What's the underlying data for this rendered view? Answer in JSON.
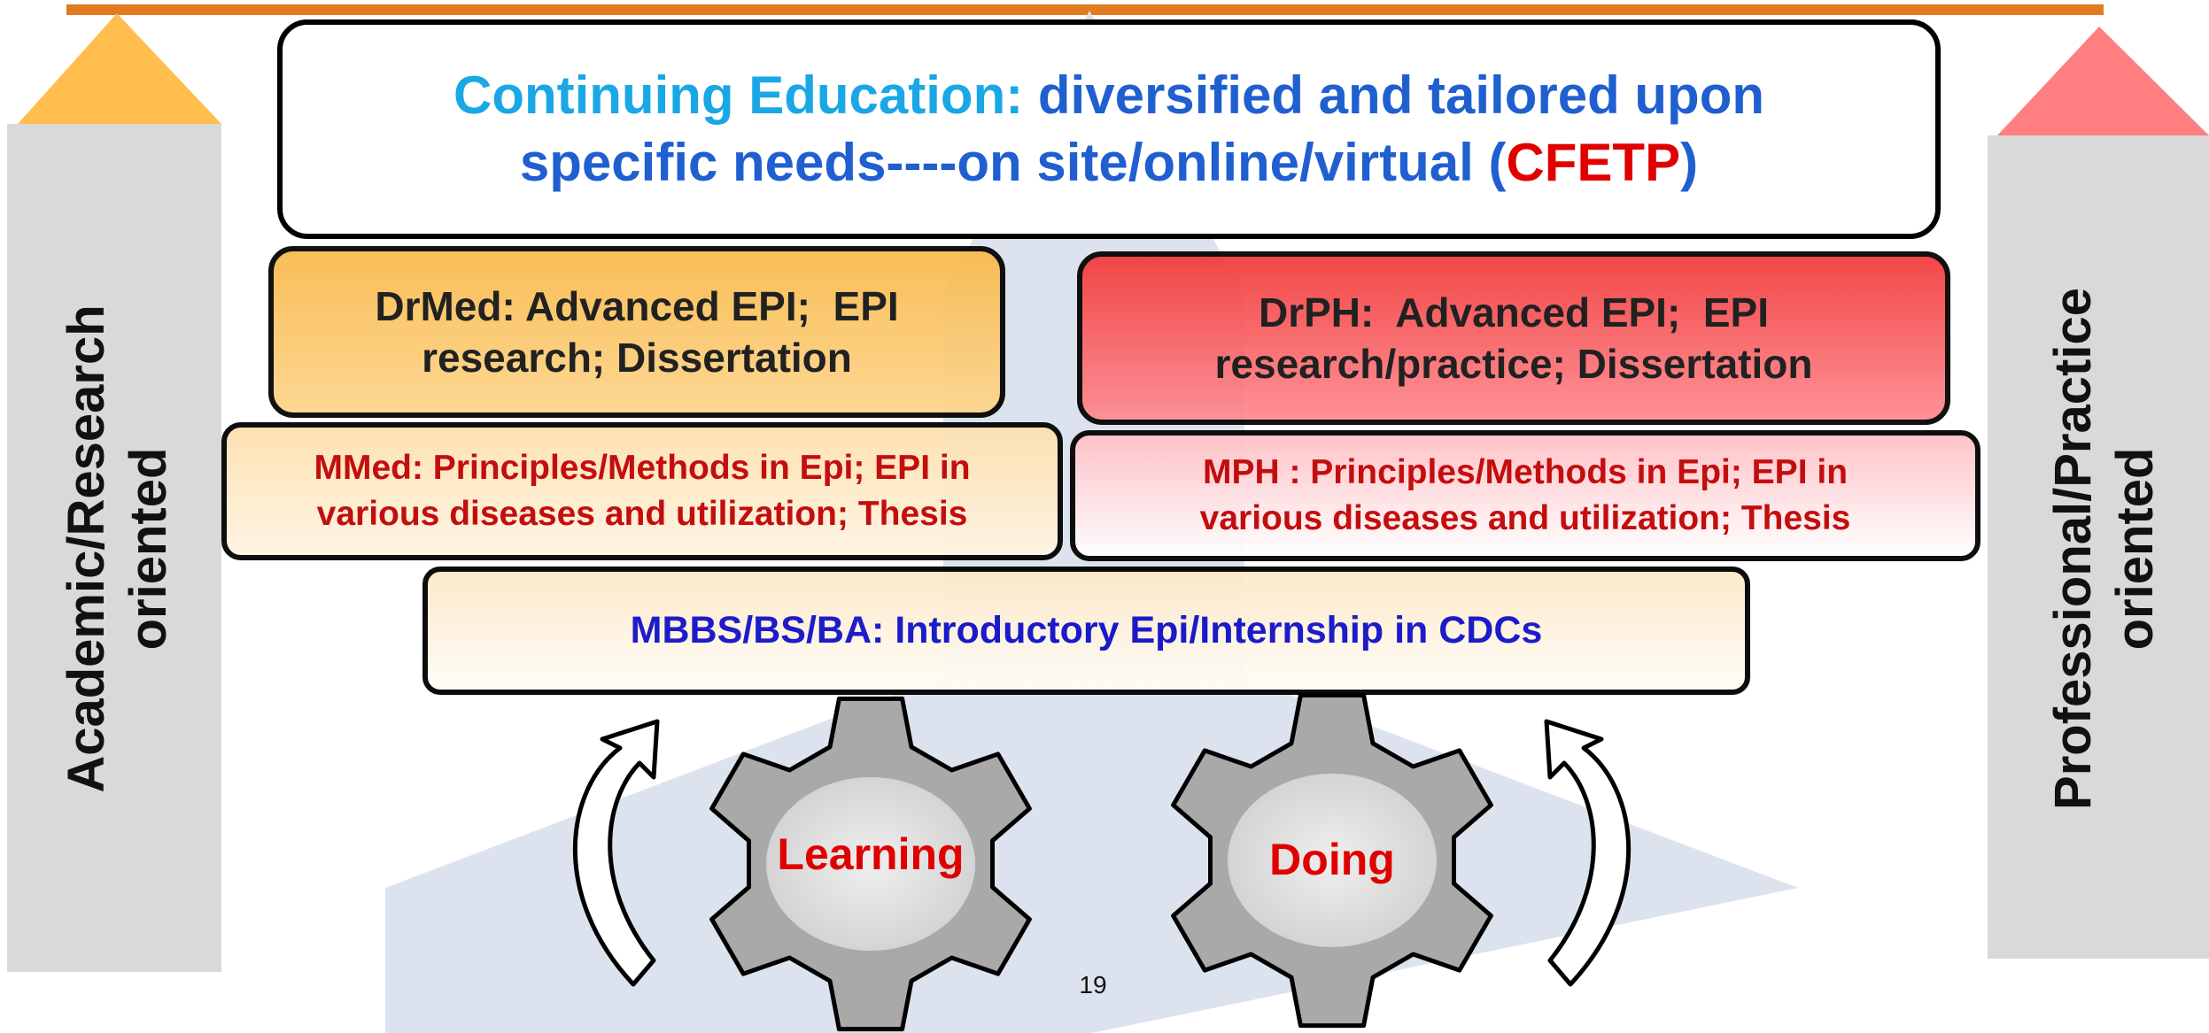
{
  "colors": {
    "top_rule": "#e07b1f",
    "academic_arrow_head": "#ffbe4d",
    "practice_arrow_head": "#ff7f80",
    "side_bar": "#d9d9d9",
    "center_triangle": "#dde3ee",
    "cyan_text": "#1aa7e6",
    "blue_text": "#1f5fd0",
    "red_text": "#e00000",
    "dark_red_text": "#c00000",
    "navy_text": "#1010c8"
  },
  "left_label": {
    "line1": "Academic/Research",
    "line2": "oriented"
  },
  "right_label": {
    "line1": "Professional/Practice",
    "line2": "oriented"
  },
  "top_box": {
    "prefix": "Continuing Education:",
    "line1_rest": "diversified and tailored upon",
    "line2_start": "specific needs----on site/online/virtual (",
    "highlight": "CFETP",
    "line2_end": ")"
  },
  "drmed_box": {
    "line1": "DrMed: Advanced EPI;  EPI",
    "line2": "research; Dissertation"
  },
  "drph_box": {
    "line1": "DrPH:  Advanced EPI;  EPI",
    "line2": "research/practice; Dissertation"
  },
  "mmed_box": {
    "line1": "MMed: Principles/Methods in Epi; EPI in",
    "line2": "various diseases and utilization; Thesis"
  },
  "mph_box": {
    "line1": "MPH : Principles/Methods in Epi; EPI in",
    "line2": "various diseases and utilization; Thesis"
  },
  "mbbs_box": {
    "text": "MBBS/BS/BA: Introductory Epi/Internship in CDCs"
  },
  "gears": {
    "learning": "Learning",
    "doing": "Doing"
  },
  "page_number": "19"
}
